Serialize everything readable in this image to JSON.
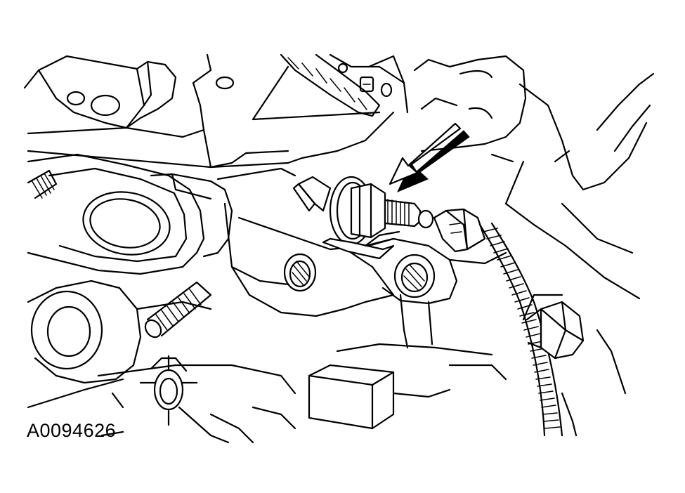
{
  "figure": {
    "id_label": "A0094626",
    "subject": "knock-sensor",
    "line_color": "#000000",
    "background_color": "#ffffff",
    "callout": "arrow-pointing-to-sensor"
  }
}
